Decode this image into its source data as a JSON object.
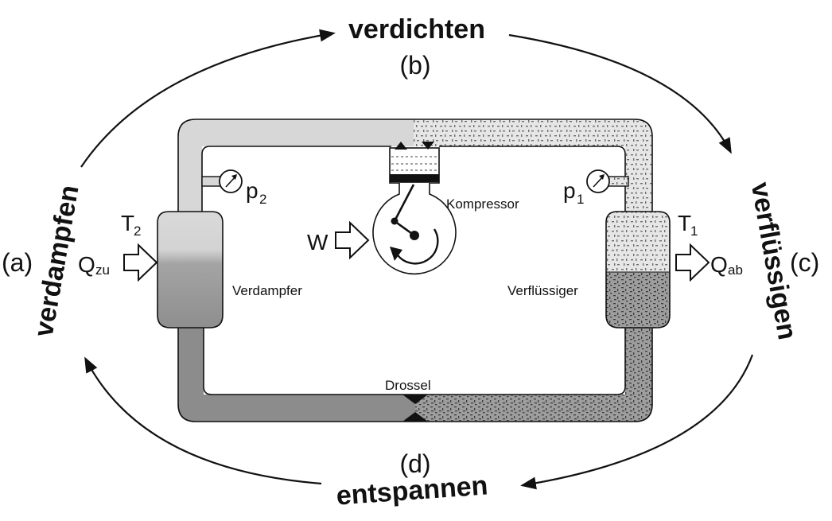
{
  "cycle": {
    "phase_top": "verdichten",
    "label_top": "(b)",
    "phase_right": "verflüssigen",
    "label_right": "(c)",
    "phase_bottom": "entspannen",
    "label_bottom": "(d)",
    "phase_left": "verdampfen",
    "label_left": "(a)"
  },
  "components": {
    "compressor": "Kompressor",
    "evaporator": "Verdampfer",
    "condenser": "Verflüssiger",
    "throttle": "Drossel"
  },
  "symbols": {
    "work": "W",
    "heat_in_base": "Q",
    "heat_in_sub": "zu",
    "heat_out_base": "Q",
    "heat_out_sub": "ab",
    "temp_evap_base": "T",
    "temp_evap_sub": "2",
    "temp_cond_base": "T",
    "temp_cond_sub": "1",
    "press_evap_base": "p",
    "press_evap_sub": "2",
    "press_cond_base": "p",
    "press_cond_sub": "1"
  },
  "colors": {
    "vapor_low": "#d7d7d7",
    "liquid_low": "#8c8c8c",
    "vapor_high": "#e4e4e4",
    "liquid_high": "#9a9a9a",
    "outline": "#111111"
  }
}
